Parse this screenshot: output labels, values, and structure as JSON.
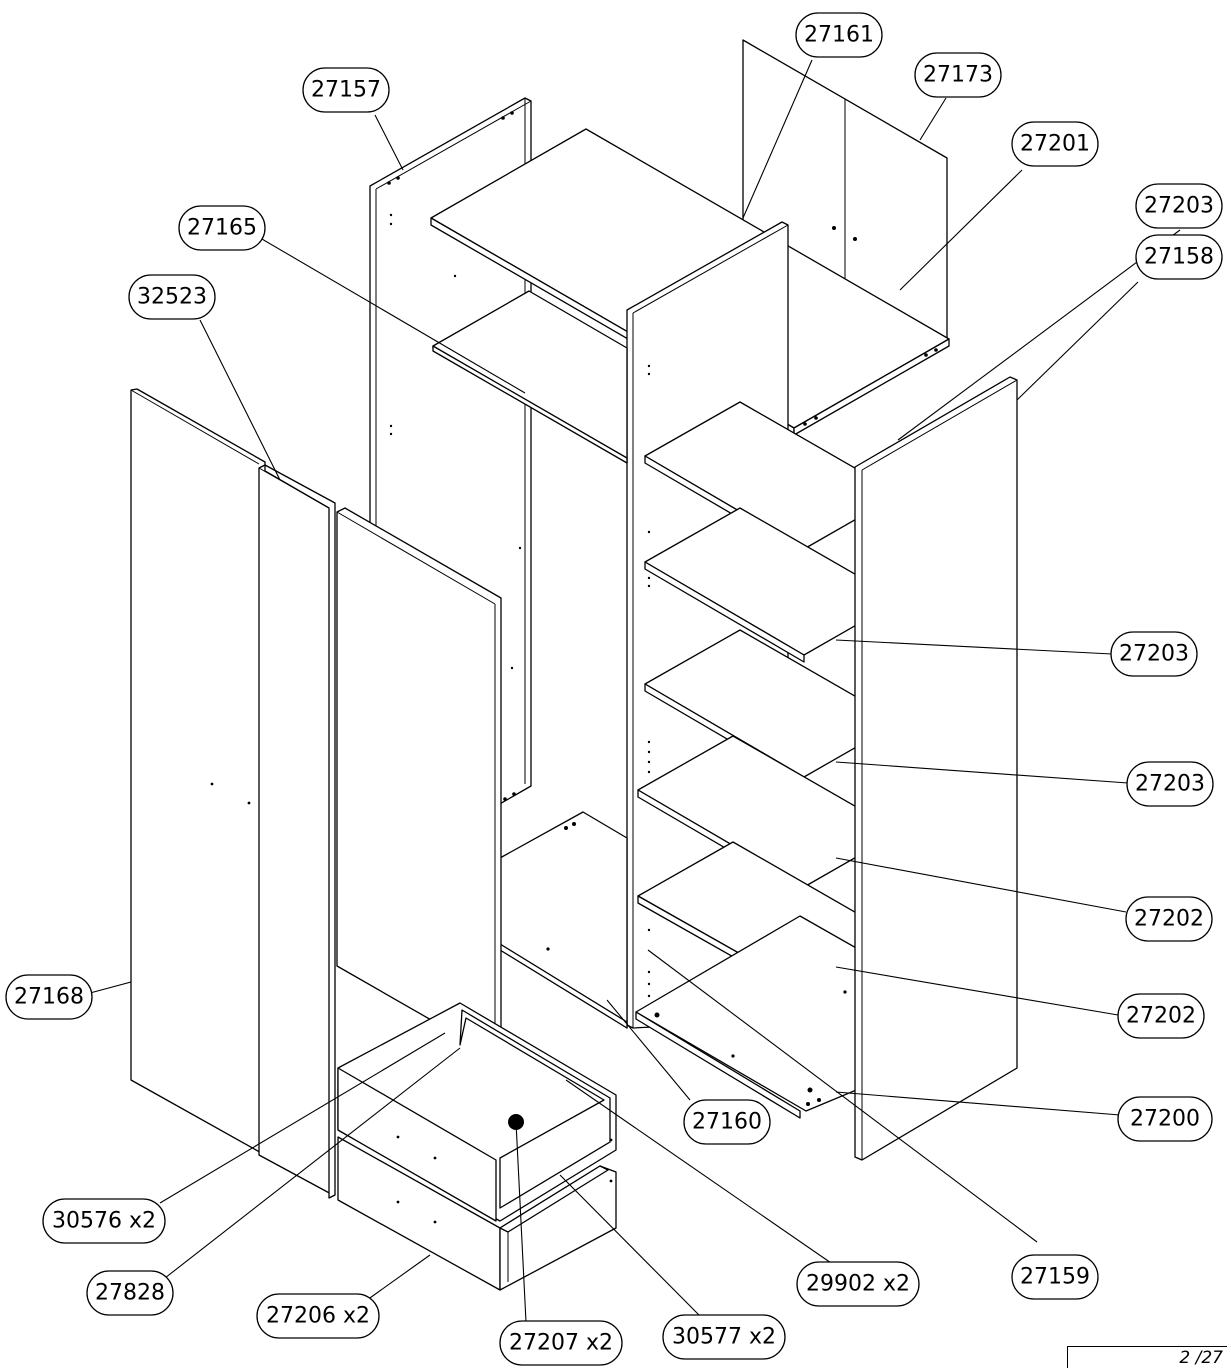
{
  "callouts": {
    "c27161": "27161",
    "c27173": "27173",
    "c27157": "27157",
    "c27201": "27201",
    "c27203a": "27203",
    "c27165": "27165",
    "c27158": "27158",
    "c32523": "32523",
    "c27203b": "27203",
    "c27203c": "27203",
    "c27202a": "27202",
    "c27168": "27168",
    "c27202b": "27202",
    "c27160": "27160",
    "c27200": "27200",
    "c30576": "30576 x2",
    "c29902": "29902 x2",
    "c27159": "27159",
    "c27828": "27828",
    "c27206": "27206 x2",
    "c30577": "30577 x2",
    "c27207": "27207 x2"
  },
  "page": {
    "number": "2 /27"
  }
}
